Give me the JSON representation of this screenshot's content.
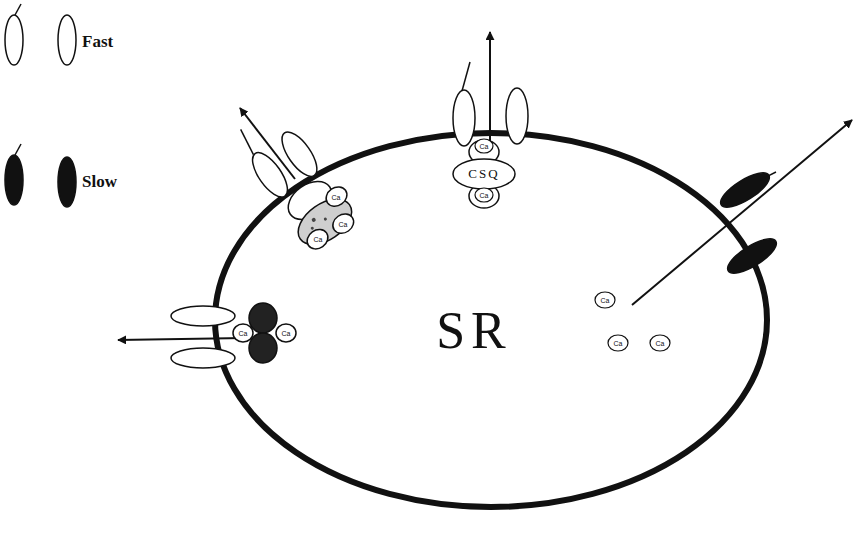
{
  "diagram": {
    "nodes": [
      {
        "text": [
          "SR"
        ]
      },
      {
        "text": [
          "CSQ"
        ],
        "in": 0
      }
    ],
    "labels": [
      "Ca",
      "Ca",
      "Ca",
      "Ca",
      "Ca",
      "Ca",
      "Ca",
      "Ca",
      "Ca",
      "Ca"
    ],
    "legend": [
      {
        "text": "Fast"
      },
      {
        "text": "Slow"
      }
    ]
  }
}
